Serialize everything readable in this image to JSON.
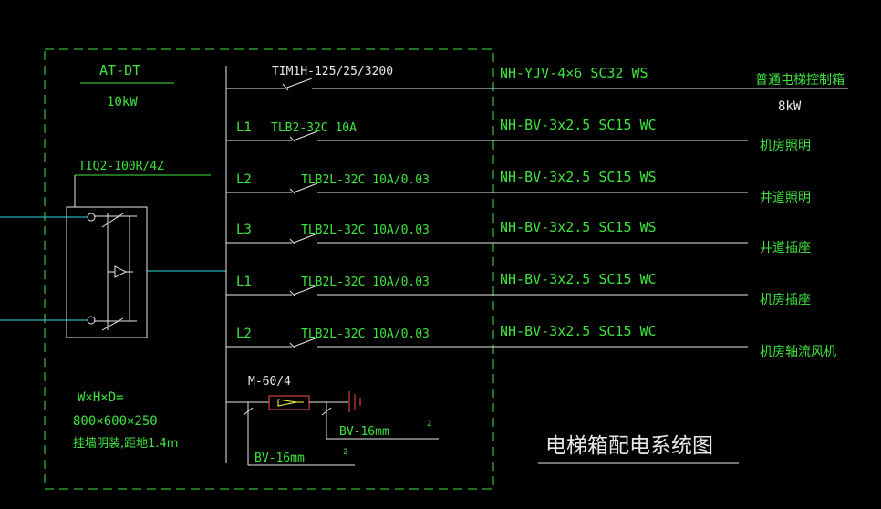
{
  "colors": {
    "green": "#3fe33f",
    "white": "#e8e8e8",
    "cyan": "#35d7e6",
    "red": "#ff4a4a",
    "yellow": "#ffff40",
    "background": "#000000"
  },
  "panel": {
    "name": "AT-DT",
    "power": "10kW",
    "ats": "TIQ2-100R/4Z",
    "dims_label": "W×H×D=",
    "dims": "800×600×250",
    "mount": "挂墙明装,距地1.4m"
  },
  "circuits": [
    {
      "phase": "",
      "breaker": "TIM1H-125/25/3200",
      "cable": "NH-YJV-4×6 SC32 WS",
      "load": "普通电梯控制箱",
      "load_power": "8kW"
    },
    {
      "phase": "L1",
      "breaker": "TLB2-32C 10A",
      "cable": "NH-BV-3x2.5 SC15 WC",
      "load": "机房照明",
      "load_power": ""
    },
    {
      "phase": "L2",
      "breaker": "TLB2L-32C 10A/0.03",
      "cable": "NH-BV-3x2.5 SC15 WS",
      "load": "井道照明",
      "load_power": ""
    },
    {
      "phase": "L3",
      "breaker": "TLB2L-32C 10A/0.03",
      "cable": "NH-BV-3x2.5 SC15 WS",
      "load": "井道插座",
      "load_power": ""
    },
    {
      "phase": "L1",
      "breaker": "TLB2L-32C 10A/0.03",
      "cable": "NH-BV-3x2.5 SC15 WC",
      "load": "机房插座",
      "load_power": ""
    },
    {
      "phase": "L2",
      "breaker": "TLB2L-32C 10A/0.03",
      "cable": "NH-BV-3x2.5 SC15 WC",
      "load": "机房轴流风机",
      "load_power": ""
    }
  ],
  "spd": {
    "label": "M-60/4",
    "ground_wire": "BV-16mm",
    "ground_exp": "2",
    "pe_wire": "BV-16mm",
    "pe_exp": "2"
  },
  "drawing_title": "电梯箱配电系统图"
}
